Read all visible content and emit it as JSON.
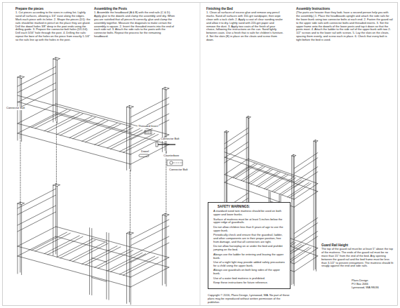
{
  "diagram": {
    "nodes": [
      {
        "text": [
          "SAFETY WARNINGS:",
          "A standard sized twin mattress should be used on both upper and lower bunks.",
          "Surface of mattress must be at least 5 inches below the upper edge of guardrails.",
          "Do not allow children less than 6 years of age to use the upper bunk.",
          "Periodically check and ensure that the guardrail, ladder, and other components are in their proper position, free from damage, and that all connectors are tight.",
          "Do not allow horseplay on or under the bed and prohibit jumping on the bed.",
          "Always use the ladder for entering and leaving the upper bunk.",
          "Use of a night light may provide added safety precautions for a child using the upper bunk.",
          "Always use guardrails on both long sides of the upper bunk.",
          "Use of a water bed mattress is prohibited.",
          "Keep these instructions for future reference."
        ]
      }
    ],
    "labels": [
      "Prepare the pieces",
      "1. Cut pieces according to the sizes in cutting list. Lightly sand all surfaces, allowing a 1/4\" ease along the edges. Mark each piece with its letter. 2. Shape the pieces (D1): the rails should be marked in pencil on the place they are glued. Drill the dowel holes 3/8\" deep in the post ends using the drilling guide. 3. Prepare the connector bolt holes (D1-D4). Drill each 5/16\" hole through the post. 4. Drilling the rails: repeat the bore of the holes on the piece from exactly 1-1/4\" so the rails line up with the holes in the post.",
      "Assembling the Posts",
      "1. Assemble the headboard (A & B) with the end rails (C & D). Apply glue to the dowels and clamp the assembly until dry. When you are satisfied that all pieces fit correctly, glue and clamp the assembly together. Measure the diagonals to make certain the assembly is square. 2. Insert the threaded inserts into the end of each side rail. 3. Attach the side rails to the posts with the connector bolts. Repeat the process for the remaining headboard.",
      "Threaded Insert",
      "Connector Bolt",
      "Connector Bolt",
      "Dowel",
      "Counterbore",
      "Connector Bolt",
      "Finishing the Bed",
      "1. Clean all surfaces of excess glue and remove any pencil marks. Sand all surfaces with 150-grit sandpaper, then wipe clean with a tack cloth. 2. Apply a coat of clear sanding sealer and allow it to dry. Lightly sand with 220-grit paper and remove the dust. 3. Apply two coats of the finish of your choice, following the instructions on the can. Sand lightly between coats. Use a finish that is safe for children's furniture. 4. Set the slats (E) in place on the cleats and screw them down.",
      "Assembly Instructions",
      "(The parts are heavier than they look; have a second person help you with the assembly.) 1. Place the headboards upright and attach the side rails for the lower bunk using two connector bolts at each end. 2. Fasten the guard rail to the upper side rails with connector bolts and threaded inserts. 3. Set the upper frame onto the dowels of the lower posts and tap it down so that the posts meet. 4. Attach the ladder to the side rail of the upper bunk with two 2-1/2\" screws and to the lower rail with screws. 5. Lay the slats on the cleats, spacing them evenly, and screw each in place. 6. Check that every bolt is tight before the bed is used.",
      "Guard Rail Height",
      "The top of the guard rail must be at least 5\" above the top of the mattress. The ends of the guard rail must be no more than 15\" from the end of the bed. Any opening between the guard rail and the bed frame must be less than 3-1/2\" to prevent entrapment. The mattress should fit snugly against the end and side rails.",
      "Plans Design",
      "PO Box 2066",
      "Lynnwood, WA 98036",
      "Copyright © 2016, Plans Design, Lynnwood, WA. No part of these plans may be reproduced without written permission of the publisher."
    ]
  }
}
